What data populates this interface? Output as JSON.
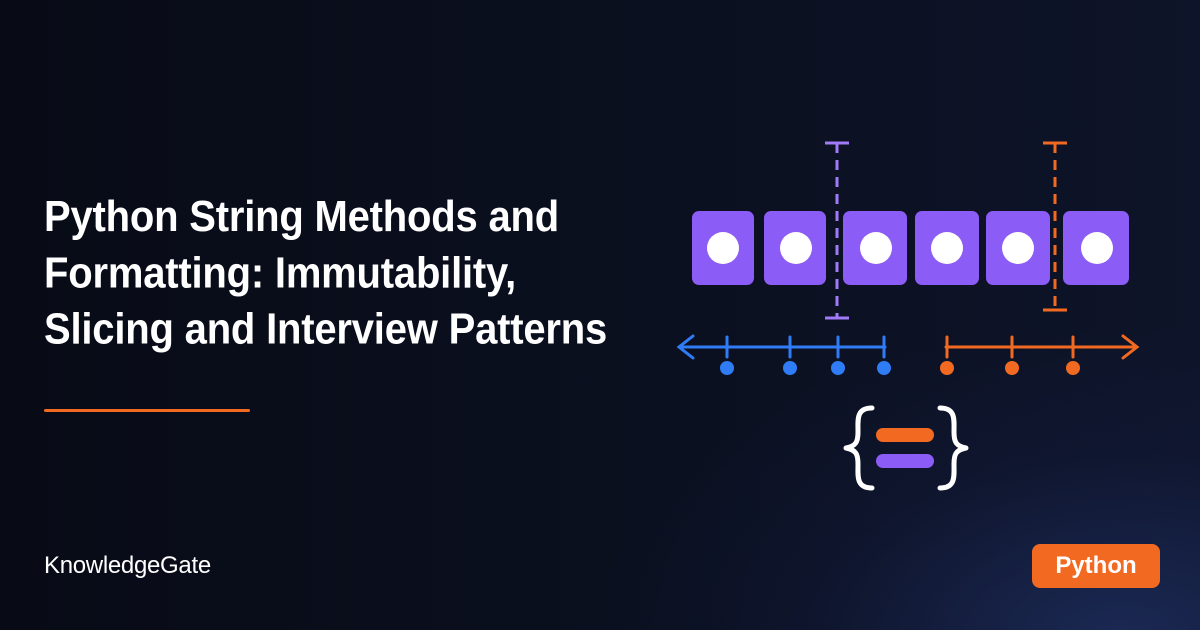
{
  "title": {
    "line1": "Python String Methods and",
    "line2": "Formatting: Immutability,",
    "line3": "Slicing and Interview Patterns"
  },
  "brand": "KnowledgeGate",
  "tag": "Python",
  "colors": {
    "background": "#0b0f1c",
    "accent_orange": "#f26a21",
    "purple": "#8b5cf6",
    "blue": "#2f7cf6",
    "text": "#ffffff"
  },
  "illustration": {
    "string_cells": 6,
    "blue_index_markers": 4,
    "orange_index_markers": 3,
    "icons": [
      "purple-slice-marker-icon",
      "orange-slice-marker-icon",
      "left-arrow-icon",
      "right-arrow-icon",
      "curly-braces-icon"
    ]
  }
}
